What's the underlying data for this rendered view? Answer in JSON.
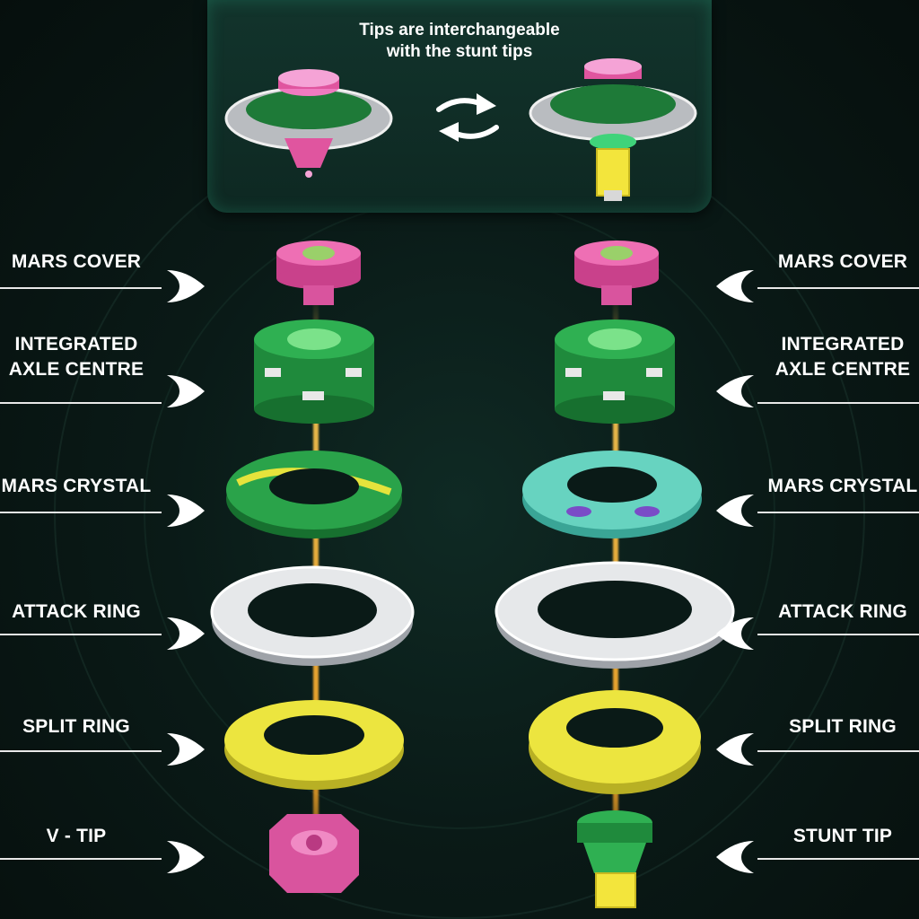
{
  "top_panel": {
    "caption_line1": "Tips are interchangeable",
    "caption_line2": "with the stunt tips"
  },
  "left_labels": [
    {
      "line1": "MARS COVER",
      "line2": ""
    },
    {
      "line1": "INTEGRATED",
      "line2": "AXLE CENTRE"
    },
    {
      "line1": "MARS CRYSTAL",
      "line2": ""
    },
    {
      "line1": "ATTACK RING",
      "line2": ""
    },
    {
      "line1": "SPLIT RING",
      "line2": ""
    },
    {
      "line1": "V - TIP",
      "line2": ""
    }
  ],
  "right_labels": [
    {
      "line1": "MARS COVER",
      "line2": ""
    },
    {
      "line1": "INTEGRATED",
      "line2": "AXLE CENTRE"
    },
    {
      "line1": "MARS CRYSTAL",
      "line2": ""
    },
    {
      "line1": "ATTACK RING",
      "line2": ""
    },
    {
      "line1": "SPLIT RING",
      "line2": ""
    },
    {
      "line1": "STUNT TIP",
      "line2": ""
    }
  ],
  "colors": {
    "cover_pink": "#e0559f",
    "axle_green": "#1f8a3c",
    "crystal_green": "#2aa34a",
    "crystal_teal": "#67d3c0",
    "ring_silver": "#d5d8dc",
    "split_yellow": "#e8e23a",
    "beam_gold": "#ffbe3c"
  },
  "icons": [
    "swap-arrows-icon",
    "pointer-arrow-icon"
  ]
}
